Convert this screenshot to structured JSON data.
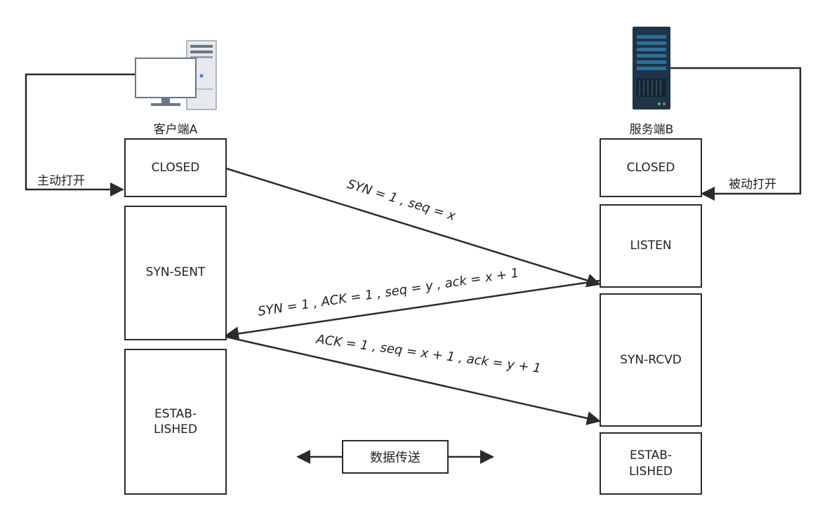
{
  "client": {
    "label": "客户端A",
    "icon": "desktop-computer-icon",
    "open_label": "主动打开",
    "states": [
      "CLOSED",
      "SYN-SENT",
      "ESTAB-\nLISHED"
    ]
  },
  "server": {
    "label": "服务端B",
    "icon": "server-rack-icon",
    "open_label": "被动打开",
    "states": [
      "CLOSED",
      "LISTEN",
      "SYN-RCVD",
      "ESTAB-\nLISHED"
    ]
  },
  "messages": [
    "SYN = 1 , seq = x",
    "SYN = 1 ,  ACK = 1 , seq = y , ack = x + 1",
    "ACK = 1 , seq = x + 1  , ack = y + 1"
  ],
  "data_transfer": "数据传送",
  "colors": {
    "line": "#2b2b2b",
    "server_body": "#1f3447",
    "server_panel": "#2f6f9a",
    "monitor_screen": "#ffffff",
    "tower": "#e6e9ee"
  }
}
